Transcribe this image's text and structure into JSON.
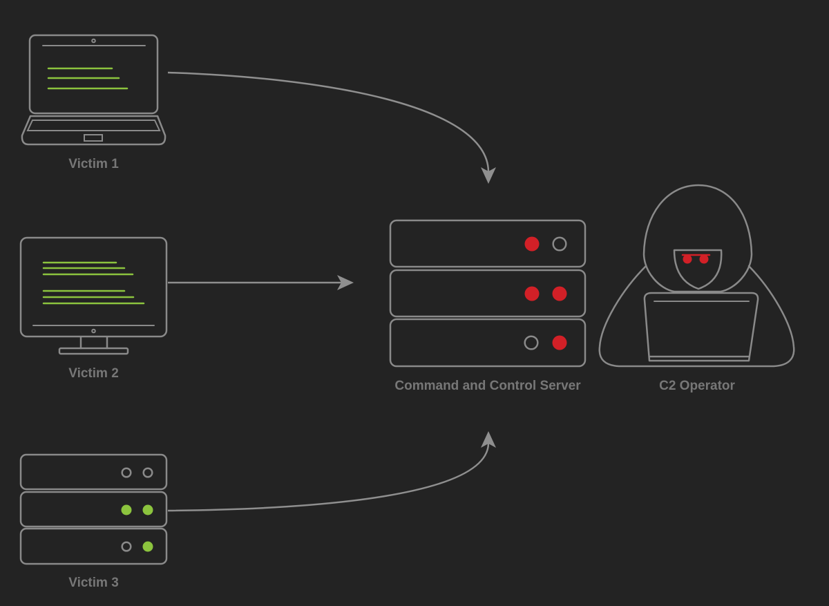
{
  "colors": {
    "background": "#232323",
    "outline": "#8a8a8a",
    "label": "#777777",
    "code_green": "#8cc43e",
    "light_green": "#8cc43e",
    "light_red": "#d22027"
  },
  "nodes": {
    "victim1": {
      "label": "Victim 1",
      "icon": "laptop-icon"
    },
    "victim2": {
      "label": "Victim 2",
      "icon": "monitor-icon"
    },
    "victim3": {
      "label": "Victim 3",
      "icon": "server-rack-icon",
      "lights": [
        [
          "off",
          "off"
        ],
        [
          "green",
          "green"
        ],
        [
          "off",
          "green"
        ]
      ]
    },
    "c2server": {
      "label": "Command and Control Server",
      "icon": "server-rack-icon",
      "lights": [
        [
          "red",
          "off"
        ],
        [
          "red",
          "red"
        ],
        [
          "off",
          "red"
        ]
      ]
    },
    "operator": {
      "label": "C2 Operator",
      "icon": "hooded-hacker-icon"
    }
  },
  "edges": [
    {
      "from": "victim1",
      "to": "c2server"
    },
    {
      "from": "victim2",
      "to": "c2server"
    },
    {
      "from": "victim3",
      "to": "c2server"
    }
  ]
}
